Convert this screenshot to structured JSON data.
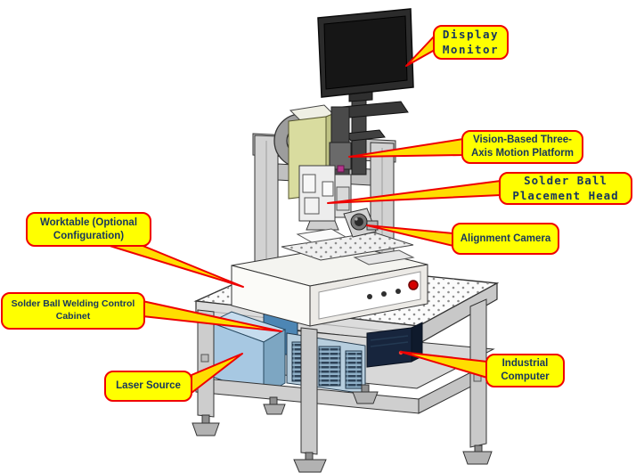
{
  "diagram": {
    "description": "Annotated 3D CAD diagram of a laser solder ball welding machine on a worktable",
    "background_color": "#ffffff"
  },
  "callout_style": {
    "fill_color": "#ffff00",
    "border_color": "#f00000",
    "text_color": "#17365d",
    "leader_fill_color": "#ffdd00",
    "leader_border_color": "#ee0000"
  },
  "callouts": {
    "display_monitor": {
      "label": "Display\nMonitor"
    },
    "vision_platform": {
      "label": "Vision-Based Three-\nAxis Motion Platform"
    },
    "solder_head": {
      "label": "Solder Ball\nPlacement Head"
    },
    "alignment_camera": {
      "label": "Alignment Camera"
    },
    "worktable": {
      "label": "Worktable (Optional\nConfiguration)"
    },
    "control_cabinet": {
      "label": "Solder Ball Welding Control\nCabinet"
    },
    "laser_source": {
      "label": "Laser Source"
    },
    "industrial_computer": {
      "label": "Industrial\nComputer"
    }
  },
  "machine_colors": {
    "frame_gray": "#cdcdcd",
    "monitor_dark": "#161616",
    "motor_cover_olive": "#d9dc9f",
    "laser_box_blue": "#a7c8e2",
    "computer_navy": "#17253d",
    "emergency_button_red": "#d40000"
  }
}
